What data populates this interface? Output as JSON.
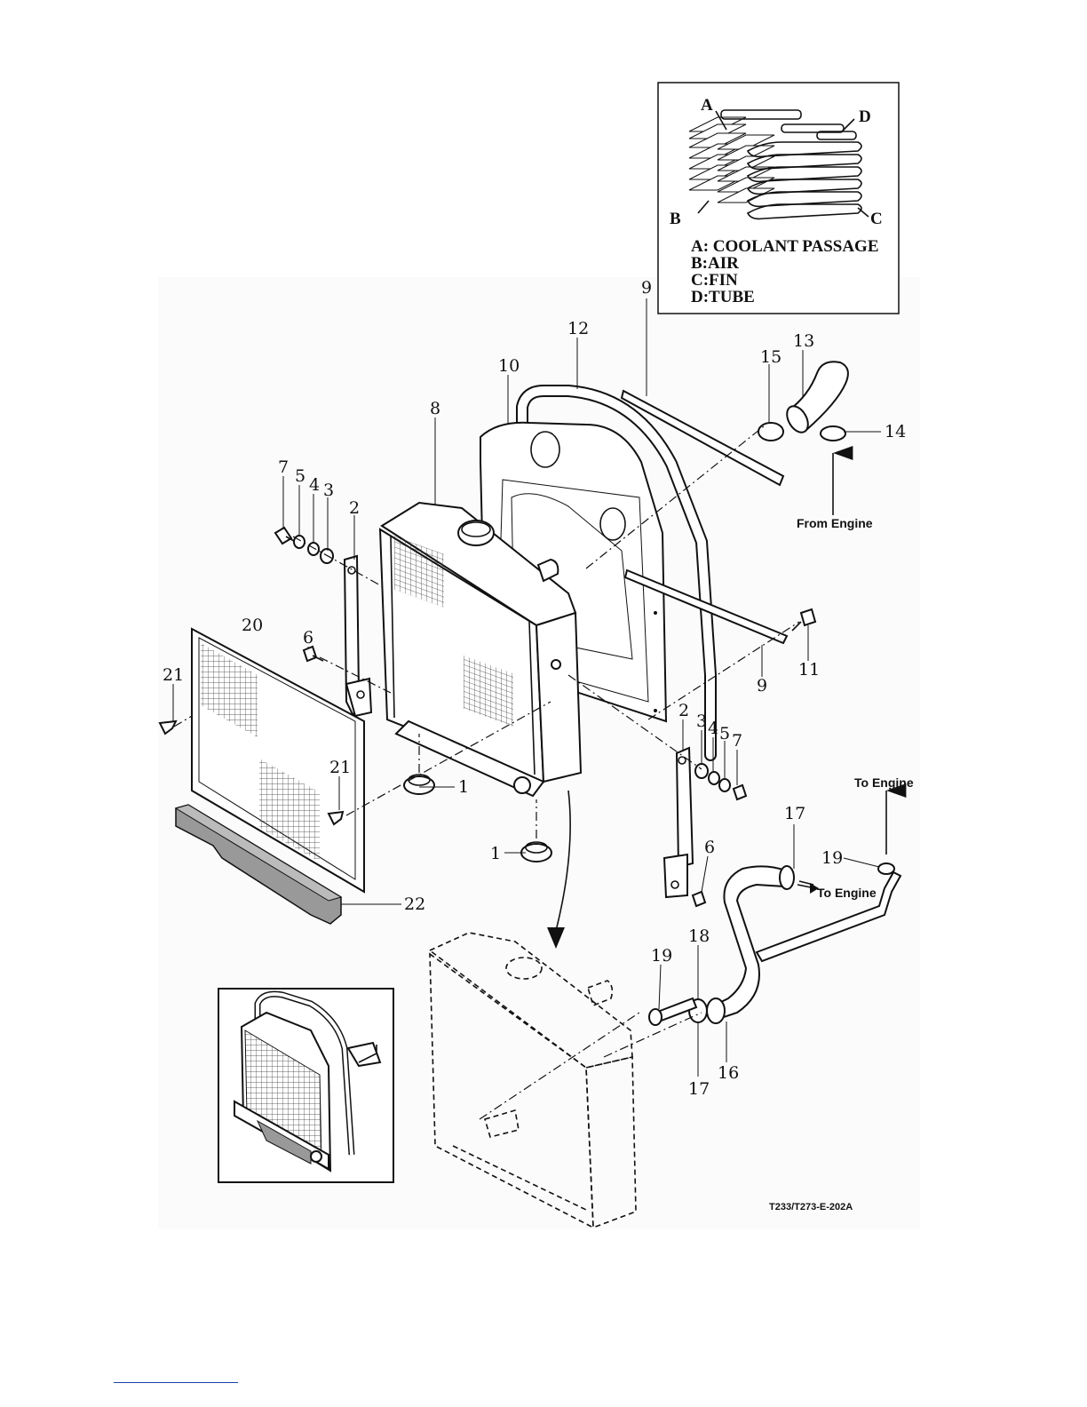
{
  "inset_legend": {
    "letters": {
      "a": "A",
      "b": "B",
      "c": "C",
      "d": "D"
    },
    "lines": [
      "A: COOLANT PASSAGE",
      "B:AIR",
      "C:FIN",
      "D:TUBE"
    ]
  },
  "callouts": {
    "n1a": "1",
    "n1b": "1",
    "n2a": "2",
    "n2b": "2",
    "n3a": "3",
    "n3b": "3",
    "n4a": "4",
    "n4b": "4",
    "n5a": "5",
    "n5b": "5",
    "n6a": "6",
    "n6b": "6",
    "n7a": "7",
    "n7b": "7",
    "n8": "8",
    "n9a": "9",
    "n9b": "9",
    "n10": "10",
    "n11": "11",
    "n12": "12",
    "n13": "13",
    "n14": "14",
    "n15": "15",
    "n16": "16",
    "n17a": "17",
    "n17b": "17",
    "n18": "18",
    "n19a": "19",
    "n19b": "19",
    "n20": "20",
    "n21a": "21",
    "n21b": "21",
    "n22": "22"
  },
  "flow_labels": {
    "from_engine": "From Engine",
    "to_engine_top": "To Engine",
    "to_engine_side": "To Engine"
  },
  "figure_code": "T233/T273-E-202A"
}
